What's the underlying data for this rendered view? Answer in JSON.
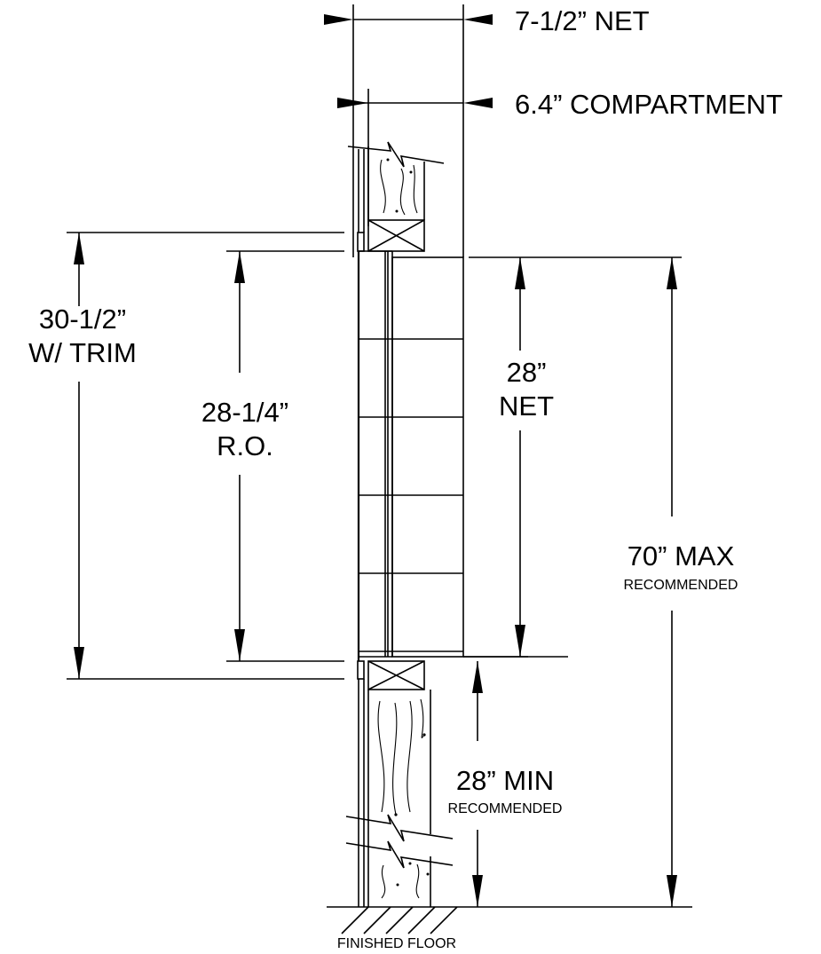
{
  "labels": {
    "net_width": "7-1/2” NET",
    "compartment": "6.4” COMPARTMENT",
    "trim_height_line1": "30-1/2”",
    "trim_height_line2": "W/ TRIM",
    "rough_opening_line1": "28-1/4”",
    "rough_opening_line2": "R.O.",
    "net_height_line1": "28”",
    "net_height_line2": "NET",
    "max_height_line1": "70” MAX",
    "max_height_line2": "RECOMMENDED",
    "min_height_line1": "28” MIN",
    "min_height_line2": "RECOMMENDED",
    "floor": "FINISHED FLOOR"
  }
}
